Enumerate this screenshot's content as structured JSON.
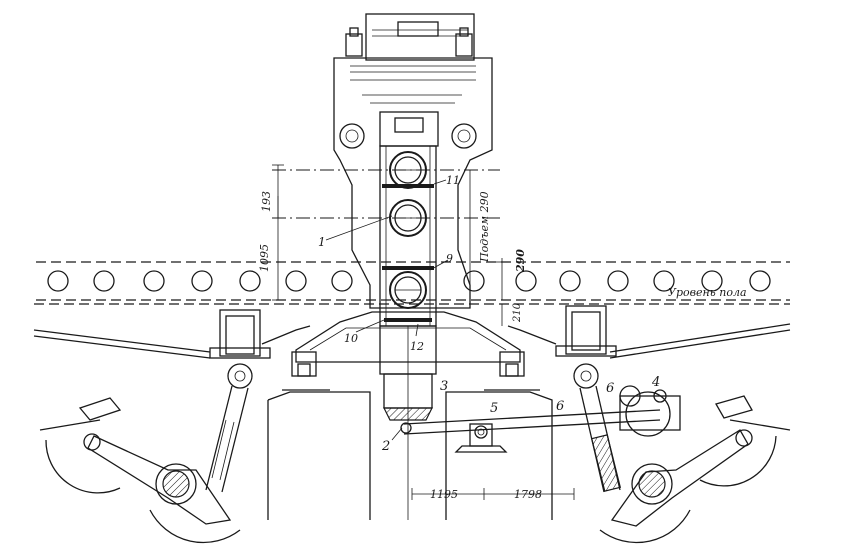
{
  "drawing": {
    "labels": {
      "floor_level": "Уровень пола",
      "lift": "Подъем 290",
      "dim_1095": "1095",
      "dim_193": "193",
      "dim_290": "290",
      "dim_210": "210",
      "dim_1195": "1195",
      "dim_1798": "1798",
      "callout_1": "1",
      "callout_2": "2",
      "callout_3": "3",
      "callout_4": "4",
      "callout_5": "5",
      "callout_6a": "6",
      "callout_6b": "6",
      "callout_9": "9",
      "callout_10": "10",
      "callout_11": "11",
      "callout_12": "12"
    }
  }
}
